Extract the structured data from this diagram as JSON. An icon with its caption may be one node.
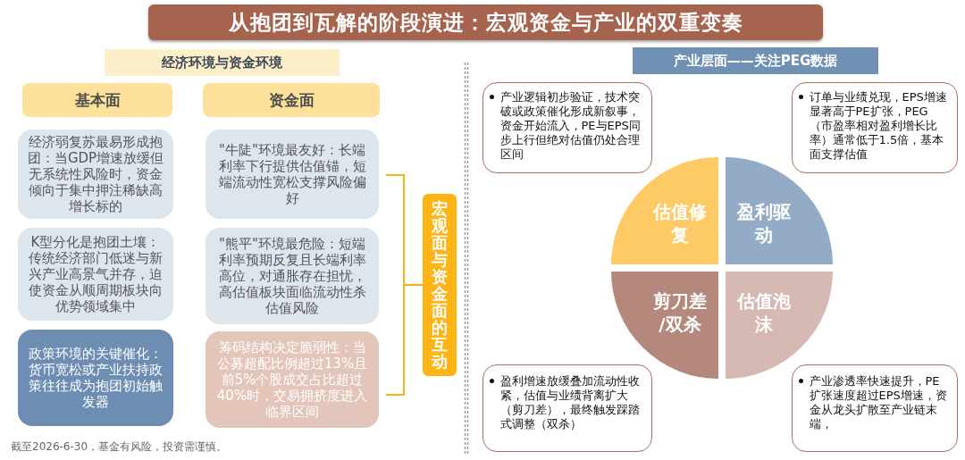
{
  "diagram": {
    "title": "从抱团到瓦解的阶段演进：宏观资金与产业的双重变奏",
    "nodes": [
      {
        "text": [
          "经济环境与资金环境"
        ]
      },
      {
        "text": [
          "基本面"
        ]
      },
      {
        "text": [
          "资金面"
        ]
      },
      {
        "text": [
          "经济弱复苏最易形成抱团：当GDP增速放缓但无系统性风险时，资金倾向于集中押注稀缺高增长标的"
        ]
      },
      {
        "text": [
          "\"牛陡\"环境最友好：长端利率下行提供估值锚，短端流动性宽松支撑风险偏好"
        ]
      },
      {
        "text": [
          "K型分化是抱团土壤：传统经济部门低迷与新兴产业高景气并存，迫使资金从顺周期板块向优势领域集中"
        ]
      },
      {
        "text": [
          "\"熊平\"环境最危险：短端利率预期反复且长端利率高位，对通胀存在担忧，高估值板块面临流动性杀估值风险"
        ]
      },
      {
        "text": [
          "政策环境的关键催化：货币宽松或产业扶持政策往往成为抱团初始触发器"
        ]
      },
      {
        "text": [
          "筹码结构决定脆弱性：当公募超配比例超过13%且前5%个股成交占比超过40%时，交易拥挤度进入临界区间"
        ]
      },
      {
        "text": [
          "宏观面与资金面的互动"
        ]
      },
      {
        "text": [
          "产业层面——关注PEG数据"
        ]
      },
      {
        "text": [
          "产业逻辑初步验证，技术突破或政策催化形成新叙事，资金开始流入，PE与EPS同步上行但绝对估值仍处合理区间"
        ]
      },
      {
        "text": [
          "订单与业绩兑现，EPS增速显著高于PE扩张，PEG（市盈率相对盈利增长比率）通常低于1.5倍，基本面支撑估值"
        ]
      },
      {
        "text": [
          "估值修复"
        ]
      },
      {
        "text": [
          "盈利驱动"
        ]
      },
      {
        "text": [
          "剪刀差/双杀"
        ]
      },
      {
        "text": [
          "估值泡沫"
        ]
      },
      {
        "text": [
          "盈利增速放缓叠加流动性收紧，估值与业绩背离扩大（剪刀差），最终触发踩踏式调整（双杀）"
        ]
      },
      {
        "text": [
          "产业渗透率快速提升，PE扩张速度超过EPS增速，资金从龙头扩散至产业链末端，"
        ]
      }
    ],
    "labels": [
      "截至2026-6-30，基金有风险，投资需谨慎。"
    ]
  }
}
